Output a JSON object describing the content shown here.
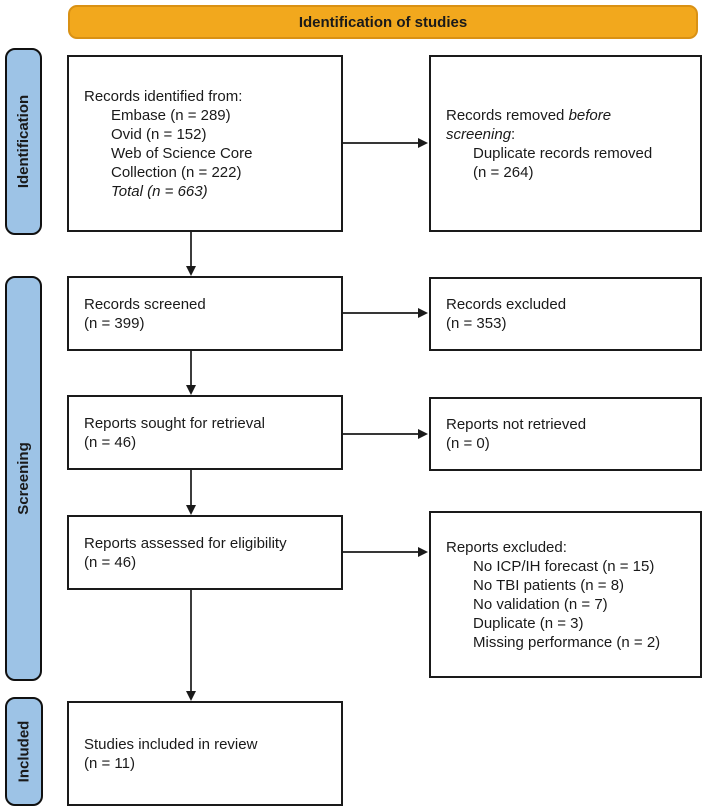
{
  "banner": {
    "label": "Identification of studies"
  },
  "colors": {
    "banner_fill": "#F2A81D",
    "banner_border": "#D99114",
    "sidebar_fill": "#9DC3E6",
    "sidebar_border": "#111111",
    "box_border": "#1A1A1A",
    "arrow": "#1A1A1A",
    "text": "#1A1A1A"
  },
  "sidebar": {
    "stages": [
      {
        "label": "Identification"
      },
      {
        "label": "Screening"
      },
      {
        "label": "Included"
      }
    ]
  },
  "boxes": {
    "records_identified": {
      "heading": "Records identified from:",
      "lines": [
        "Embase (n = 289)",
        "Ovid (n = 152)",
        "Web of Science Core",
        "Collection (n = 222)"
      ],
      "total": "Total (n = 663)"
    },
    "records_removed": {
      "prefix": "Records removed",
      "italic_part1": "before",
      "italic_part2": "screening",
      "colon": ":",
      "lines": [
        "Duplicate records removed",
        "(n = 264)"
      ]
    },
    "records_screened": {
      "line1": "Records screened",
      "line2": "(n = 399)"
    },
    "records_excluded": {
      "line1": "Records excluded",
      "line2": "(n = 353)"
    },
    "reports_sought": {
      "line1": "Reports sought for retrieval",
      "line2": "(n = 46)"
    },
    "reports_not_retrieved": {
      "line1": "Reports not retrieved",
      "line2": "(n = 0)"
    },
    "reports_assessed": {
      "line1": "Reports assessed for eligibility",
      "line2": "(n = 46)"
    },
    "reports_excluded_detail": {
      "heading": "Reports excluded:",
      "lines": [
        "No ICP/IH forecast (n = 15)",
        "No TBI patients (n = 8)",
        "No validation (n = 7)",
        "Duplicate (n = 3)",
        "Missing performance (n = 2)"
      ]
    },
    "studies_included": {
      "line1": "Studies included in review",
      "line2": "(n = 11)"
    }
  }
}
